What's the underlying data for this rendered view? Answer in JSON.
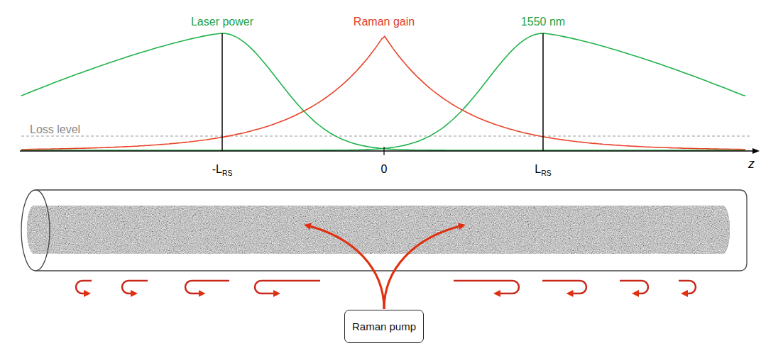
{
  "diagram": {
    "nodes": [
      {
        "text": [
          "Raman pump"
        ]
      }
    ],
    "labels": [
      "Laser power",
      "Raman gain",
      "1550 nm",
      "Loss level",
      "-LRS",
      "0",
      "LRS",
      "z"
    ]
  }
}
